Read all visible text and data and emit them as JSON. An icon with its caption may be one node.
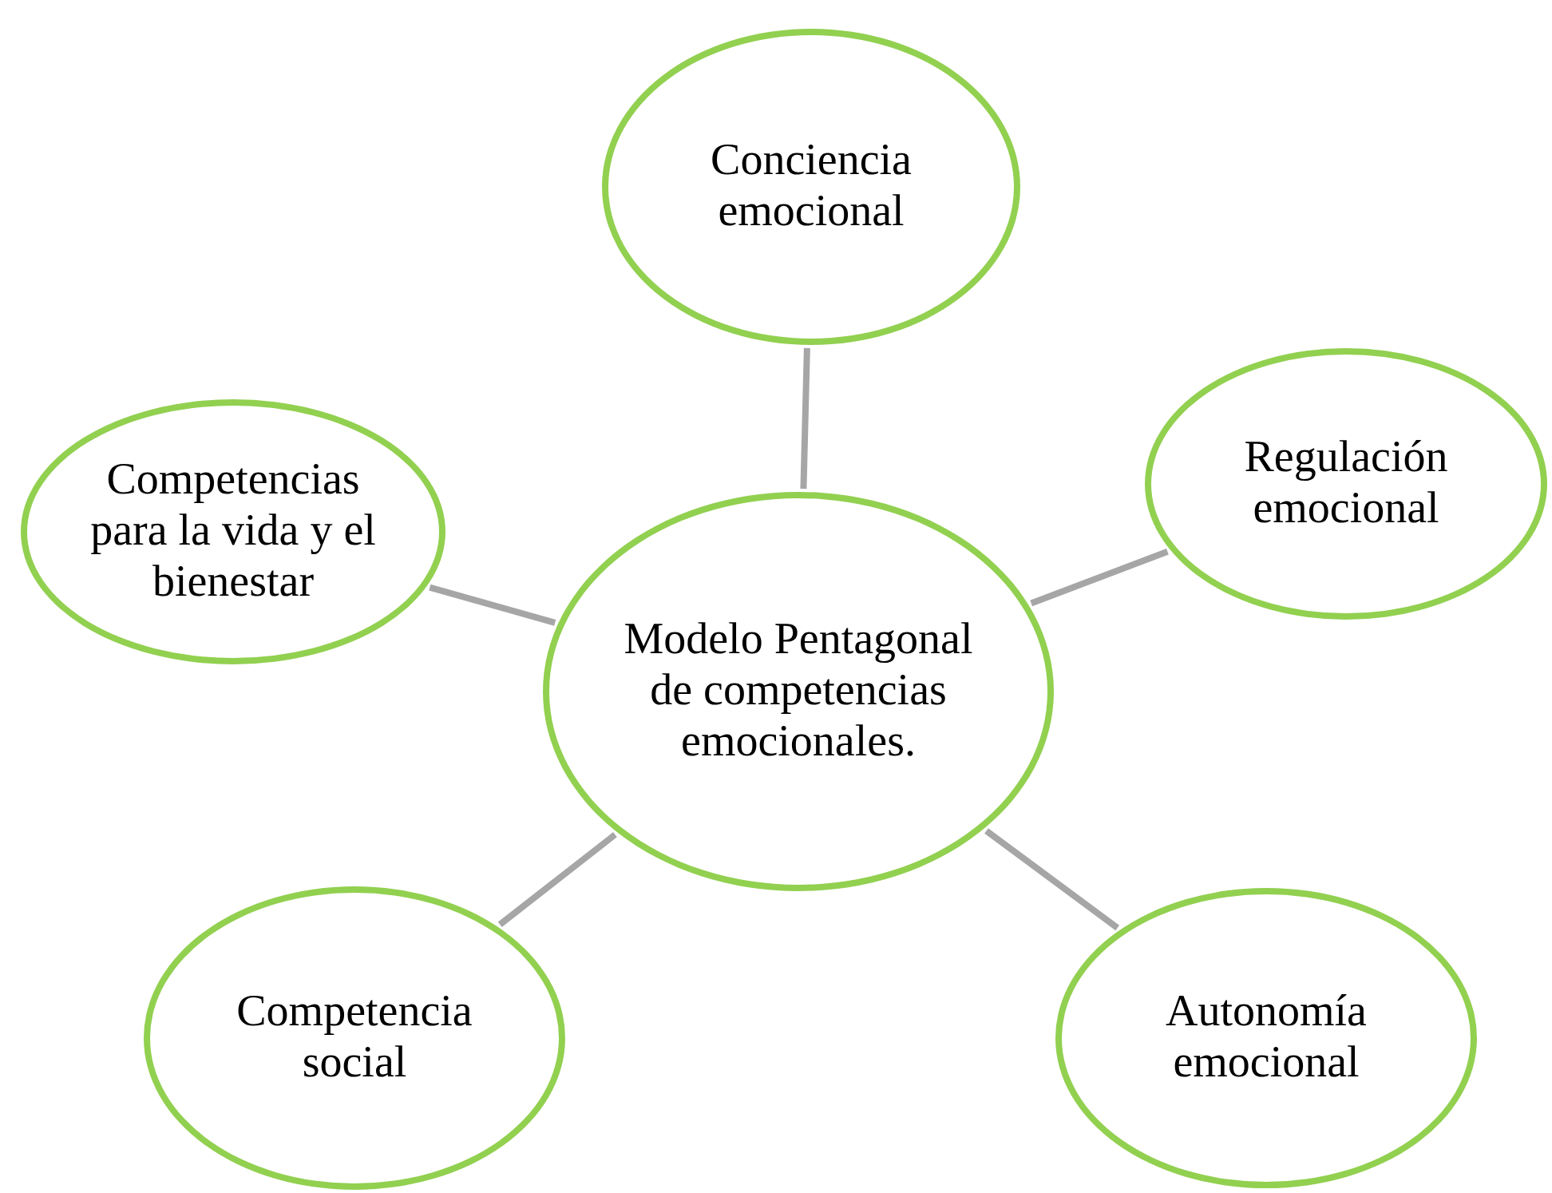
{
  "diagram": {
    "nodes": [
      {
        "text": [
          "Conciencia emocional"
        ]
      },
      {
        "text": [
          "Regulación emocional"
        ]
      },
      {
        "text": [
          "Competencias para la vida y el bienestar"
        ]
      },
      {
        "text": [
          "Modelo Pentagonal de competencias emocionales."
        ]
      },
      {
        "text": [
          "Competencia social"
        ]
      },
      {
        "text": [
          "Autonomía emocional"
        ]
      }
    ],
    "edges": [
      {
        "from": 3,
        "to": 0,
        "arrow": "none"
      },
      {
        "from": 3,
        "to": 1,
        "arrow": "none"
      },
      {
        "from": 3,
        "to": 2,
        "arrow": "none"
      },
      {
        "from": 3,
        "to": 4,
        "arrow": "none"
      },
      {
        "from": 3,
        "to": 5,
        "arrow": "none"
      }
    ]
  }
}
